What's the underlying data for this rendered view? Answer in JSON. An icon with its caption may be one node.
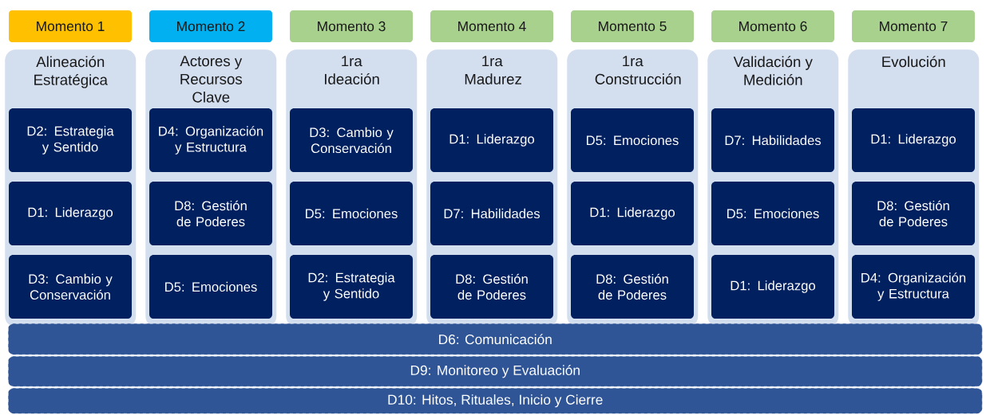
{
  "diagram": {
    "nodes": [
      {
        "text": [
          "Momento 1"
        ]
      },
      {
        "text": [
          "Momento 2"
        ]
      },
      {
        "text": [
          "Momento 3"
        ]
      },
      {
        "text": [
          "Momento 4"
        ]
      },
      {
        "text": [
          "Momento 5"
        ]
      },
      {
        "text": [
          "Momento 6"
        ]
      },
      {
        "text": [
          "Momento 7"
        ]
      },
      {
        "text": [
          "Alineación Estratégica"
        ]
      },
      {
        "text": [
          "D2: Estrategia y Sentido"
        ],
        "in": 7
      },
      {
        "text": [
          "D1: Liderazgo"
        ],
        "in": 7
      },
      {
        "text": [
          "D3: Cambio y Conservación"
        ],
        "in": 7
      },
      {
        "text": [
          "Actores y Recursos Clave"
        ]
      },
      {
        "text": [
          "D4: Organización y Estructura"
        ],
        "in": 11
      },
      {
        "text": [
          "D8: Gestión de Poderes"
        ],
        "in": 11
      },
      {
        "text": [
          "D5: Emociones"
        ],
        "in": 11
      },
      {
        "text": [
          "1ra Ideación"
        ]
      },
      {
        "text": [
          "D3: Cambio y Conservación"
        ],
        "in": 15
      },
      {
        "text": [
          "D5: Emociones"
        ],
        "in": 15
      },
      {
        "text": [
          "D2: Estrategia y Sentido"
        ],
        "in": 15
      },
      {
        "text": [
          "1ra Madurez"
        ]
      },
      {
        "text": [
          "D1: Liderazgo"
        ],
        "in": 19
      },
      {
        "text": [
          "D7: Habilidades"
        ],
        "in": 19
      },
      {
        "text": [
          "D8: Gestión de Poderes"
        ],
        "in": 19
      },
      {
        "text": [
          "1ra Construcción"
        ]
      },
      {
        "text": [
          "D5: Emociones"
        ],
        "in": 23
      },
      {
        "text": [
          "D1: Liderazgo"
        ],
        "in": 23
      },
      {
        "text": [
          "D8: Gestión de Poderes"
        ],
        "in": 23
      },
      {
        "text": [
          "Validación y Medición"
        ]
      },
      {
        "text": [
          "D7: Habilidades"
        ],
        "in": 27
      },
      {
        "text": [
          "D5: Emociones"
        ],
        "in": 27
      },
      {
        "text": [
          "D1: Liderazgo"
        ],
        "in": 27
      },
      {
        "text": [
          "Evolución"
        ]
      },
      {
        "text": [
          "D1: Liderazgo"
        ],
        "in": 31
      },
      {
        "text": [
          "D8: Gestión de Poderes"
        ],
        "in": 31
      },
      {
        "text": [
          "D4: Organización y Estructura"
        ],
        "in": 31
      },
      {
        "text": [
          "D6: Comunicación"
        ]
      },
      {
        "text": [
          "D9: Monitoreo y Evaluación"
        ]
      },
      {
        "text": [
          "D10: Hitos, Rituales, Inicio y Cierre"
        ]
      }
    ]
  }
}
